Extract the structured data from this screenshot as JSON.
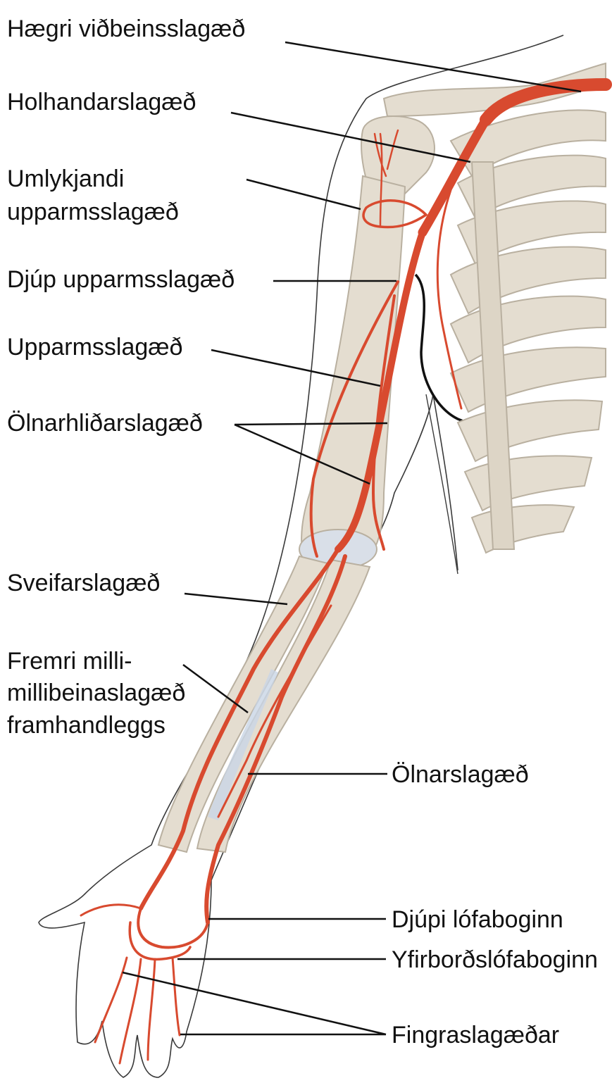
{
  "labels": {
    "right_subclavian": "Hægri viðbeinsslagæð",
    "axillary": "Holhandarslagæð",
    "circumflex_1": "Umlykjandi",
    "circumflex_2": "upparmsslagæð",
    "deep_brachial": "Djúp upparmsslagæð",
    "brachial": "Upparmsslagæð",
    "ulnar_collateral": "Ölnarhliðarslagæð",
    "radial": "Sveifarslagæð",
    "interosseous_1": "Fremri milli-",
    "interosseous_2": "millibeinaslagæð",
    "interosseous_3": "framhandleggs",
    "ulnar": "Ölnarslagæð",
    "deep_palmar": "Djúpi lófaboginn",
    "superficial_palmar": "Yfirborðslófaboginn",
    "digital": "Fingraslagæðar"
  },
  "colors": {
    "artery": "#d84a2f",
    "artery_dark": "#b8341f",
    "bone": "#e4ddd0",
    "bone_edge": "#b9b0a0",
    "skin_outline": "#3a3a3a",
    "leader": "#111111",
    "vein_blue": "#c9d6e6"
  }
}
